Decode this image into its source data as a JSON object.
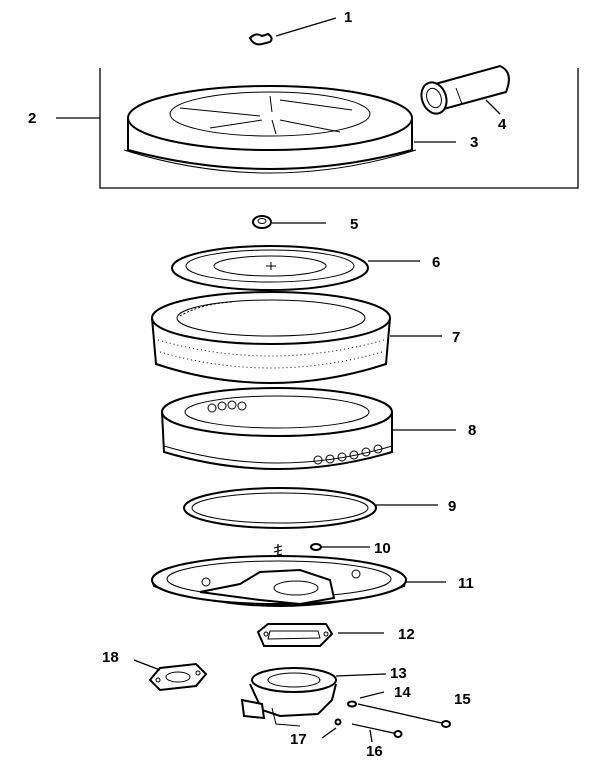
{
  "diagram": {
    "callouts": [
      {
        "number": "1"
      },
      {
        "number": "2"
      },
      {
        "number": "3"
      },
      {
        "number": "4"
      },
      {
        "number": "5"
      },
      {
        "number": "6"
      },
      {
        "number": "7"
      },
      {
        "number": "8"
      },
      {
        "number": "9"
      },
      {
        "number": "10"
      },
      {
        "number": "11"
      },
      {
        "number": "12"
      },
      {
        "number": "13"
      },
      {
        "number": "14"
      },
      {
        "number": "15"
      },
      {
        "number": "16"
      },
      {
        "number": "17"
      },
      {
        "number": "18"
      }
    ]
  }
}
